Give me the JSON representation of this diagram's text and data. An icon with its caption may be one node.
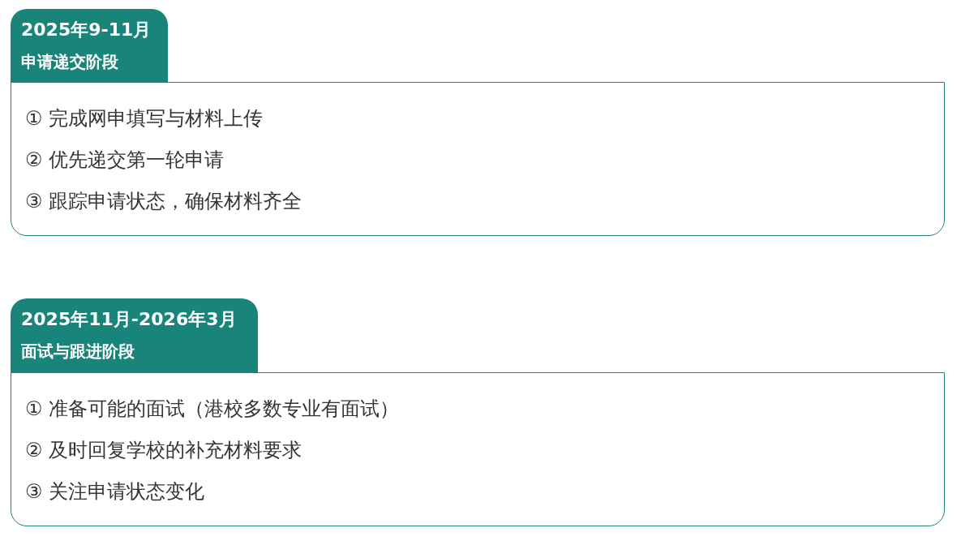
{
  "diagram": {
    "nodes": [
      {
        "text": [
          "2025年9-11月",
          "申请递交阶段"
        ]
      },
      {
        "text": [
          "① 完成网申填写与材料上传",
          "② 优先递交第一轮申请",
          "③ 跟踪申请状态，确保材料齐全"
        ]
      },
      {
        "text": [
          "2025年11月-2026年3月",
          "面试与跟进阶段"
        ]
      },
      {
        "text": [
          "① 准备可能的面试（港校多数专业有面试）",
          "② 及时回复学校的补充材料要求",
          "③ 关注申请状态变化"
        ]
      }
    ]
  }
}
